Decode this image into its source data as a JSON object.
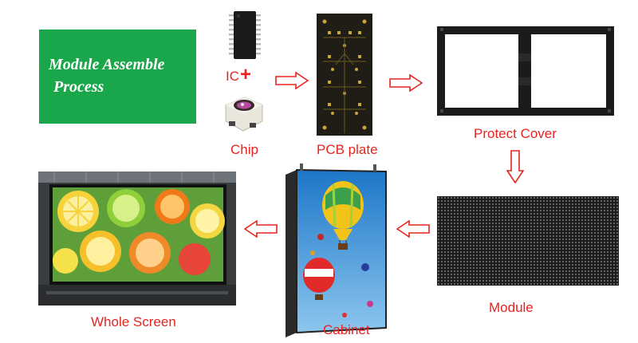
{
  "title": {
    "line1": "Module Assemble",
    "line2": "Process"
  },
  "labels": {
    "ic": "IC",
    "plus": "+",
    "chip": "Chip",
    "pcb": "PCB plate",
    "protect_cover": "Protect Cover",
    "module": "Module",
    "cabinet": "Cabinet",
    "whole_screen": "Whole Screen"
  },
  "colors": {
    "title_bg": "#1aa64a",
    "label_red": "#e8231f",
    "arrow_red": "#e8231f"
  },
  "icons": {
    "arrow": "hollow-arrow",
    "ic": "ic-chip-image",
    "chip": "smd-led-chip-image",
    "pcb": "pcb-plate-image",
    "cover": "protect-cover-frame-image",
    "module": "led-module-image",
    "cabinet": "cabinet-image",
    "screen": "whole-screen-image"
  }
}
